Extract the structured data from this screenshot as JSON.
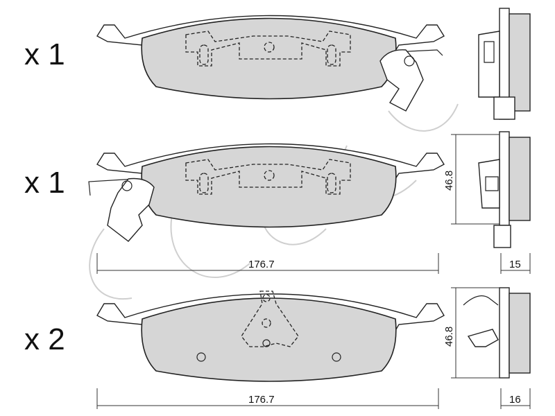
{
  "quantities": {
    "pad1": "x 1",
    "pad2": "x 1",
    "pad3": "x 2"
  },
  "dimensions": {
    "width_upper": "176.7",
    "height_upper": "46.8",
    "thickness_upper": "15",
    "width_lower": "176.7",
    "height_lower": "46.8",
    "thickness_lower": "16"
  },
  "colors": {
    "friction_material": "#d6d6d6",
    "outline": "#222222",
    "watermark": "#cfcfcf"
  }
}
